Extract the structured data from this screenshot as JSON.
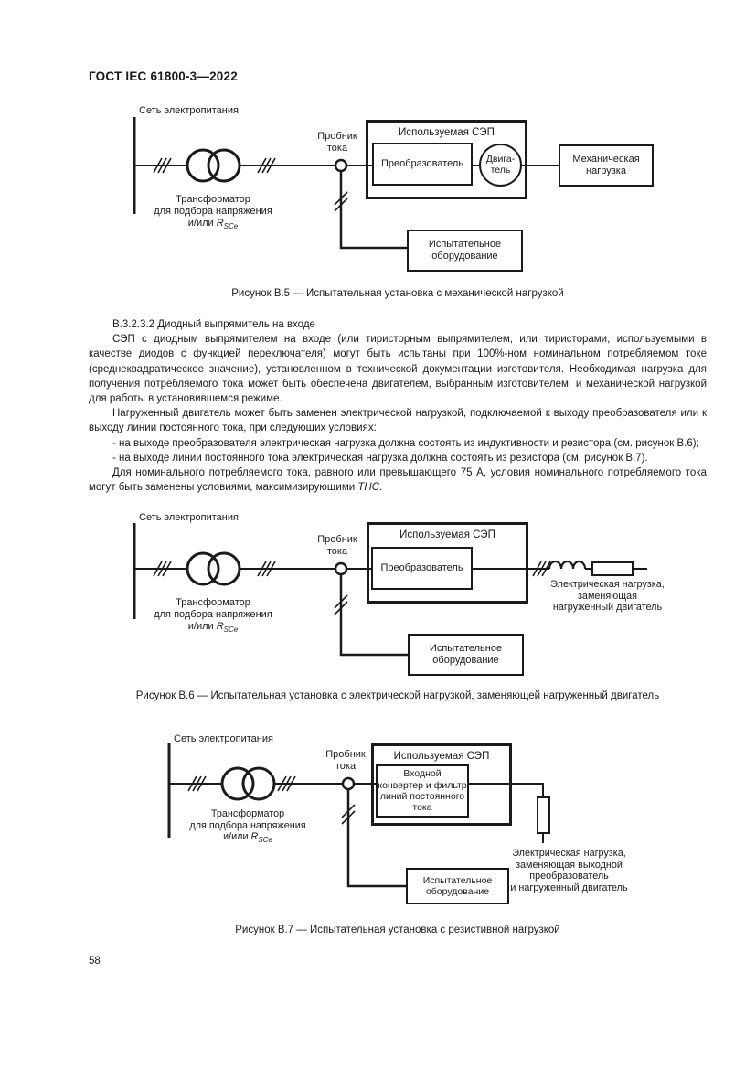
{
  "header": {
    "title": "ГОСТ IEC 61800-3—2022"
  },
  "common": {
    "net_label": "Сеть электропитания",
    "probe_label": "Пробник\nтока",
    "transformer_line1": "Трансформатор",
    "transformer_line2": "для подбора напряжения",
    "transformer_line3_prefix": "и/или ",
    "transformer_symbol": "R",
    "transformer_symbol_sub": "SCe",
    "sep_title": "Используемая СЭП",
    "converter_label": "Преобразователь",
    "test_equipment_label": "Испытательное\nоборудование"
  },
  "figures": {
    "b5": {
      "motor_label": "Двига-\nтель",
      "mech_load_label": "Механическая\nнагрузка",
      "caption": "Рисунок В.5 — Испытательная установка с механической нагрузкой"
    },
    "b6": {
      "load_label": "Электрическая нагрузка,\nзаменяющая\nнагруженный двигатель",
      "caption": "Рисунок В.6 — Испытательная установка с электрической нагрузкой, заменяющей нагруженный двигатель"
    },
    "b7": {
      "inner_box_label": "Входной\nконвертер и фильтр\nлиний постоянного\nтока",
      "load_label": "Электрическая нагрузка,\nзаменяющая выходной\nпреобразователь\nи нагруженный двигатель",
      "caption": "Рисунок В.7 — Испытательная установка с резистивной нагрузкой"
    }
  },
  "body": {
    "p1": "В.3.2.3.2 Диодный выпрямитель на входе",
    "p2": "СЭП с диодным выпрямителем на входе (или тиристорным выпрямителем, или тиристорами, используемыми в качестве диодов с функцией переключателя) могут быть испытаны при 100%-ном номинальном потребляемом токе (среднеквадратическое значение), установленном в технической документации изготовителя. Необходимая нагрузка для получения потребляемого тока может быть обеспечена двигателем, выбранным изготовителем, и механической нагрузкой для работы в установившемся режиме.",
    "p3": "Нагруженный двигатель может быть заменен электрической нагрузкой, подключаемой к выходу преобразователя или к выходу линии постоянного тока, при следующих условиях:",
    "p4": "- на выходе преобразователя электрическая нагрузка должна состоять из индуктивности и резистора (см. рисунок В.6);",
    "p5": "- на выходе линии постоянного тока электрическая нагрузка должна состоять из резистора (см. рисунок В.7).",
    "p6_text": "Для номинального потребляемого тока, равного или превышающего 75 А, условия номинального потребляемого тока могут быть заменены условиями, максимизирующими ",
    "p6_italic": "ТНС",
    "p6_end": "."
  },
  "footer": {
    "page_number": "58"
  }
}
